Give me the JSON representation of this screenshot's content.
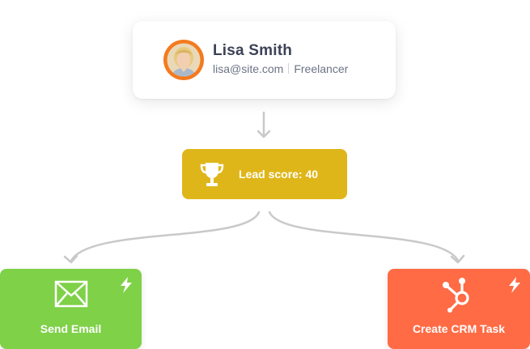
{
  "contact": {
    "name": "Lisa Smith",
    "email": "lisa@site.com",
    "role": "Freelancer"
  },
  "lead_score": {
    "label": "Lead score: 40",
    "icon": "trophy-icon"
  },
  "actions": [
    {
      "label": "Send Email",
      "icon": "envelope-icon",
      "badge_icon": "lightning-icon"
    },
    {
      "label": "Create CRM Task",
      "icon": "hubspot-icon",
      "badge_icon": "lightning-icon"
    }
  ],
  "colors": {
    "score_box": "#dfb61a",
    "email_box": "#7fd148",
    "crm_box": "#ff6b45",
    "connector": "#c9c9c9",
    "avatar_ring": "#f47a1f"
  }
}
